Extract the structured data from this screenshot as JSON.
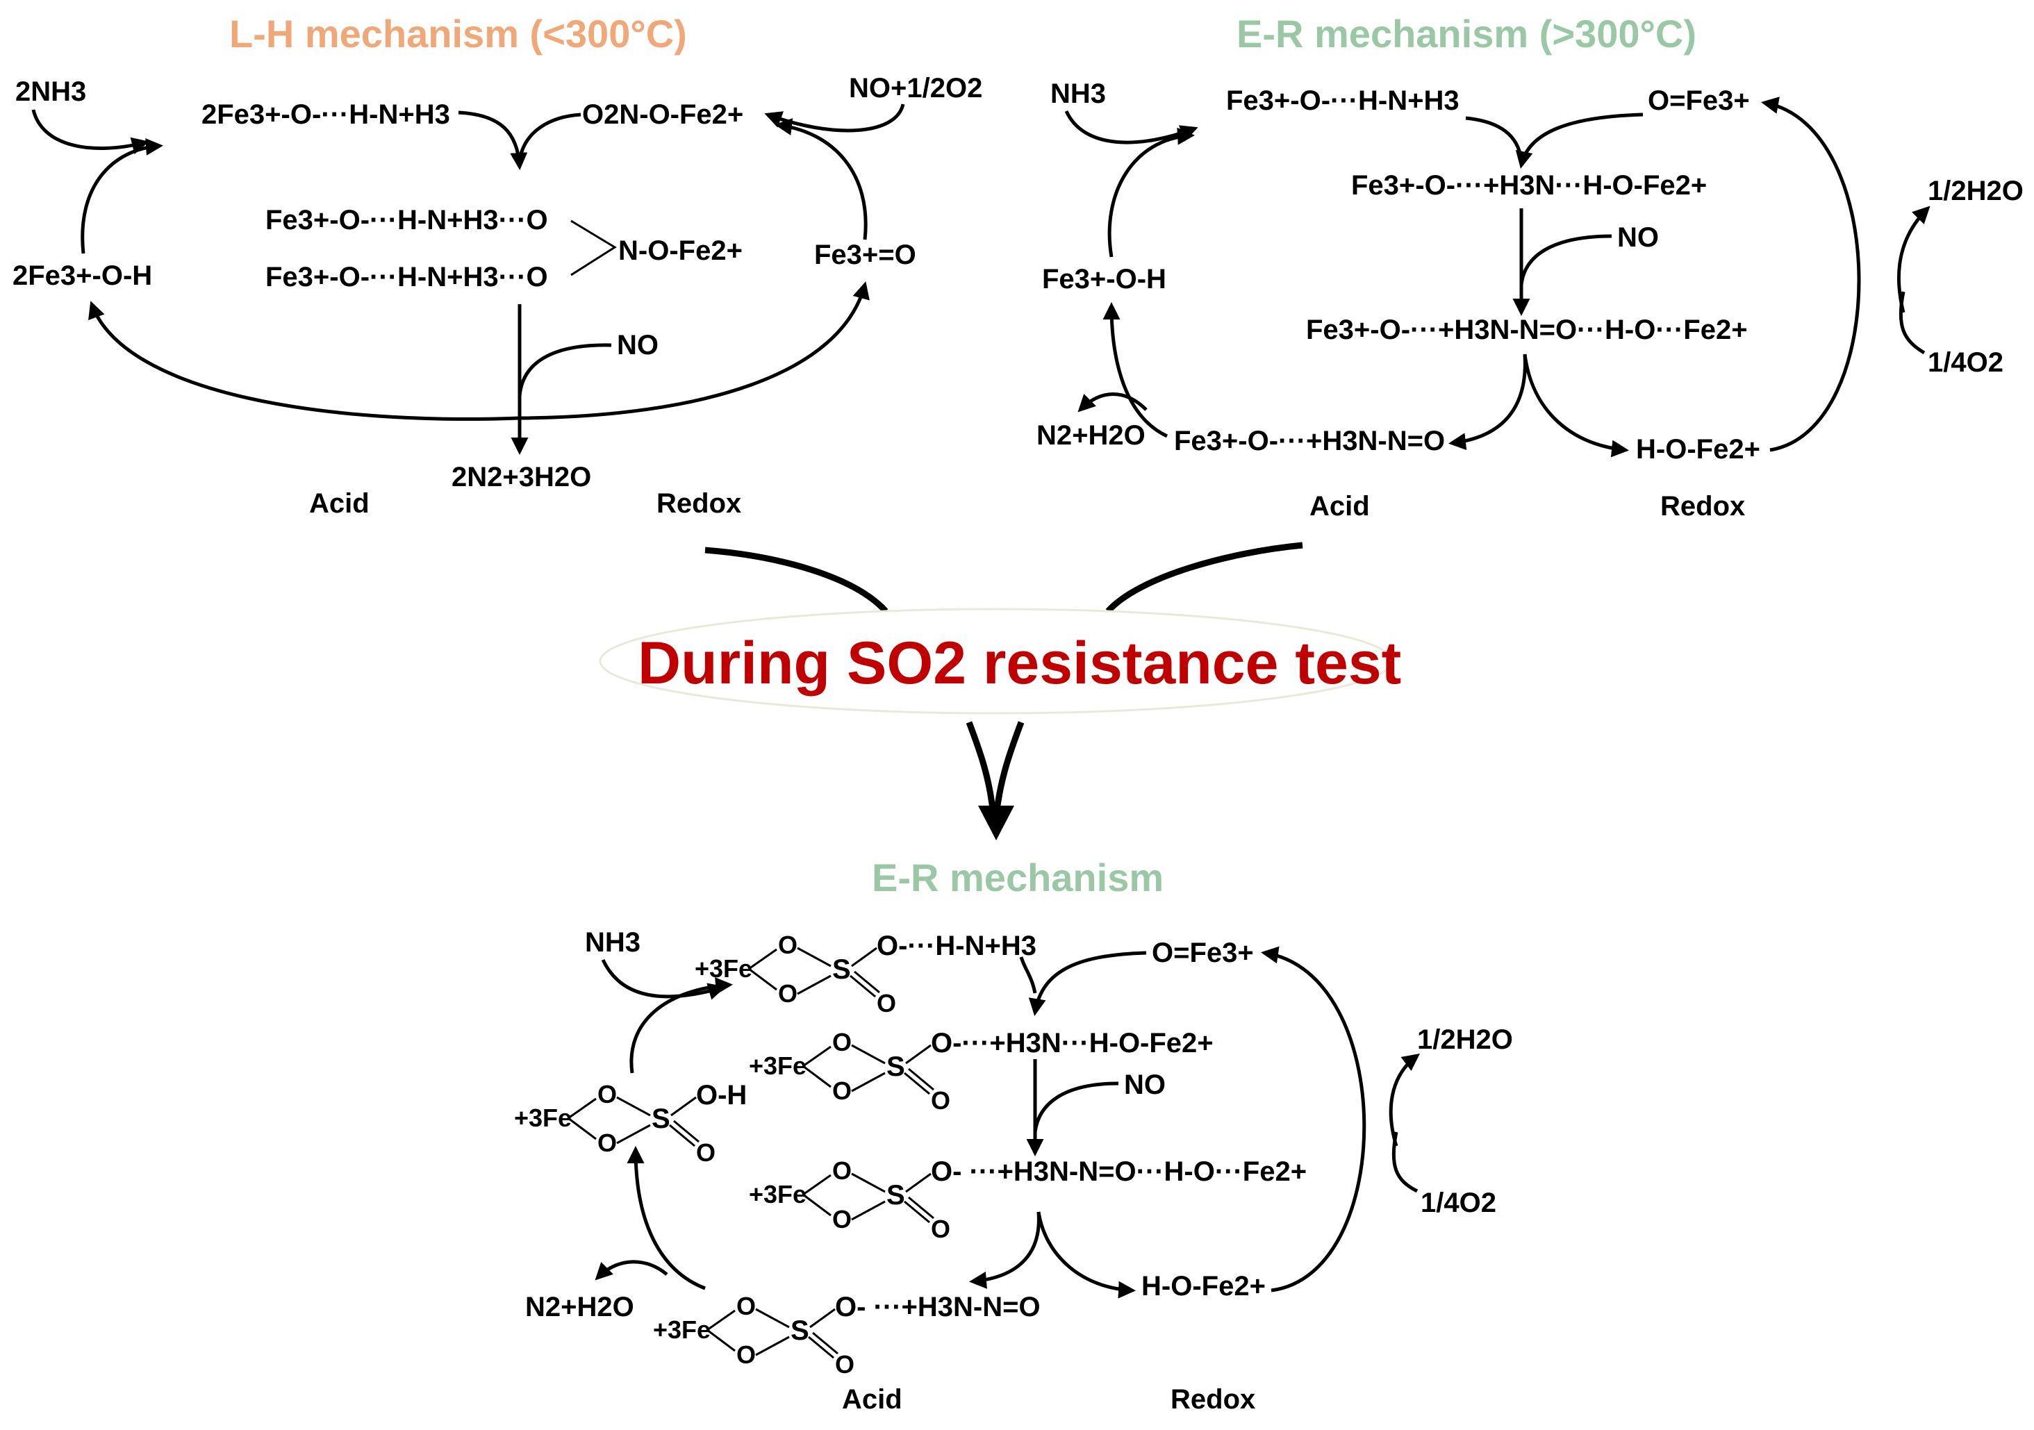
{
  "colors": {
    "lh_title": "#f0a878",
    "er_title": "#9bc8a4",
    "banner_text": "#c00000",
    "banner_ellipse": "#e8ead8",
    "ink": "#000000"
  },
  "lh": {
    "title": "L-H mechanism (<300°C)",
    "reactant_nh3": "2NH3",
    "acid_site_nh3": "2Fe3+-O-···H-N+H3",
    "nitrite": "O2N-O-Fe2+",
    "no_o2": "NO+1/2O2",
    "complex_top": "Fe3+-O-···H-N+H3···O",
    "complex_bridge": "N-O-Fe2+",
    "complex_bottom": "Fe3+-O-···H-N+H3···O",
    "hydroxyl": "2Fe3+-O-H",
    "ferryl": "Fe3+=O",
    "no": "NO",
    "product": "2N2+3H2O",
    "acid": "Acid",
    "redox": "Redox"
  },
  "er": {
    "title": "E-R mechanism (>300°C)",
    "nh3": "NH3",
    "acid_site_nh3": "Fe3+-O-···H-N+H3",
    "ferryl": "O=Fe3+",
    "step2": "Fe3+-O-···+H3N···H-O-Fe2+",
    "water_half": "1/2H2O",
    "no": "NO",
    "hydroxyl": "Fe3+-O-H",
    "step3": "Fe3+-O-···+H3N-N=O···H-O···Fe2+",
    "o2_quarter": "1/4O2",
    "products": "N2+H2O",
    "step4": "Fe3+-O-···+H3N-N=O",
    "reduced": "H-O-Fe2+",
    "acid": "Acid",
    "redox": "Redox"
  },
  "banner": {
    "text": "During SO2 resistance test"
  },
  "er_so2": {
    "title": "E-R mechanism",
    "nh3": "NH3",
    "s1_suffix": "O-···H-N+H3",
    "ferryl": "O=Fe3+",
    "s2_suffix": "O-···+H3N···H-O-Fe2+",
    "water_half": "1/2H2O",
    "s_hydroxyl_suffix": "O-H",
    "no": "NO",
    "s3_suffix": "O- ···+H3N-N=O···H-O···Fe2+",
    "o2_quarter": "1/4O2",
    "products": "N2+H2O",
    "s4_suffix": "O- ···+H3N-N=O",
    "reduced": "H-O-Fe2+",
    "fe_label": "+3Fe",
    "o_atom": "O",
    "s_atom": "S",
    "acid": "Acid",
    "redox": "Redox"
  }
}
